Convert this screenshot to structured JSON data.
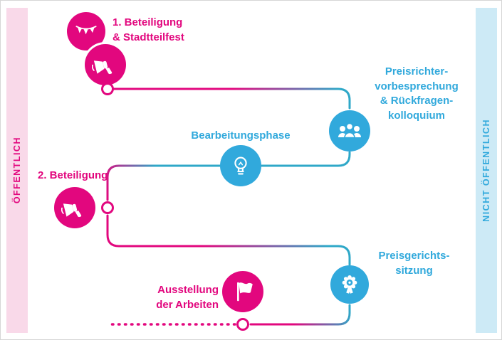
{
  "colors": {
    "pink": "#e2077e",
    "blue": "#31a9dc",
    "teal": "#2fa8c8",
    "pink-light": "#f9d9e9",
    "blue-light": "#cdeaf6"
  },
  "sidebars": {
    "left": "ÖFFENTLICH",
    "right": "NICHT ÖFFENTLICH"
  },
  "steps": {
    "beteiligung1": "1. Beteiligung\n& Stadtteilfest",
    "preisrichter": "Preisrichter-\nvorbesprechung\n& Rückfragen-\nkolloquium",
    "bearbeitung": "Bearbeitungsphase",
    "beteiligung2": "2. Beteiligung",
    "preisgericht": "Preisgerichts-\nsitzung",
    "ausstellung": "Ausstellung\nder Arbeiten"
  },
  "icons": [
    "bunting-icon",
    "megaphone-icon",
    "jury-icon",
    "lightbulb-icon",
    "megaphone-icon",
    "medal-icon",
    "flag-icon"
  ]
}
